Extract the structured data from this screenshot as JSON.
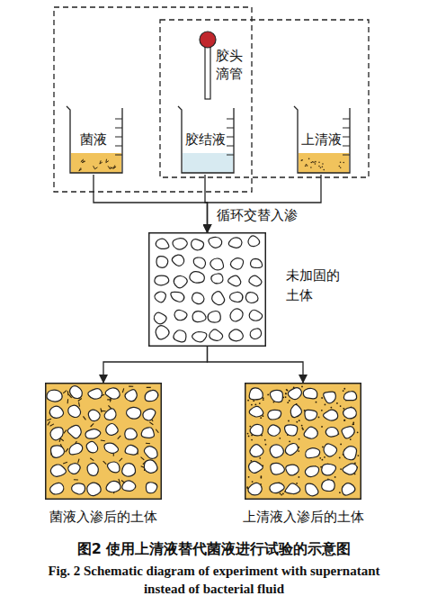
{
  "diagram": {
    "caption": "图2 使用上清液替代菌液进行试验的示意图",
    "nodes": [
      {
        "text": [
          "菌液"
        ]
      },
      {
        "text": [
          "胶结液"
        ]
      },
      {
        "text": [
          "上清液"
        ]
      },
      {
        "text": [
          "未加固的土体"
        ]
      },
      {
        "text": [
          "菌液入渗后的土体"
        ]
      },
      {
        "text": [
          "上清液入渗后的土体"
        ]
      }
    ],
    "edges": [
      {
        "from": 0,
        "to": 3,
        "arrow": "to"
      },
      {
        "from": 1,
        "to": 3,
        "label": "循环交替入渗",
        "arrow": "to"
      },
      {
        "from": 2,
        "to": 3,
        "arrow": "to"
      },
      {
        "from": 3,
        "to": 4,
        "arrow": "to"
      },
      {
        "from": 3,
        "to": 5,
        "arrow": "to"
      }
    ],
    "labels": [
      "胶头滴管",
      "Fig. 2 Schematic diagram of experiment with supernatant instead of bacterial fluid"
    ]
  }
}
